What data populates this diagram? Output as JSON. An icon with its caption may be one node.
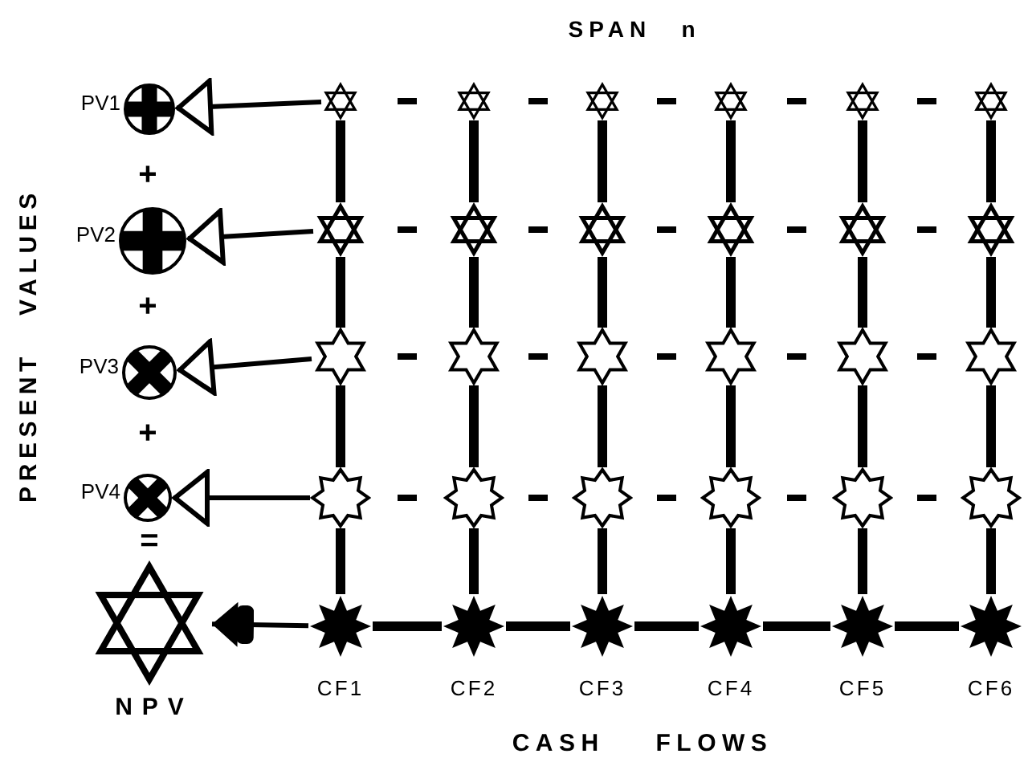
{
  "diagram": {
    "nodes": [
      {
        "text": [],
        "shape": "circle",
        "beside": [
          "PV1"
        ]
      },
      {
        "text": [],
        "shape": "circle",
        "beside": [
          "PV2"
        ]
      },
      {
        "text": [],
        "shape": "circle",
        "beside": [
          "PV3"
        ]
      },
      {
        "text": [],
        "shape": "circle",
        "beside": [
          "PV4"
        ]
      },
      {
        "text": [],
        "shape": "star",
        "beside": [
          "NPV"
        ]
      },
      {
        "text": [],
        "shape": "star"
      },
      {
        "text": [],
        "shape": "star"
      },
      {
        "text": [],
        "shape": "star"
      },
      {
        "text": [],
        "shape": "star"
      },
      {
        "text": [],
        "shape": "star"
      },
      {
        "text": [],
        "shape": "star"
      },
      {
        "text": [],
        "shape": "star"
      },
      {
        "text": [],
        "shape": "star"
      },
      {
        "text": [],
        "shape": "star"
      },
      {
        "text": [],
        "shape": "star"
      },
      {
        "text": [],
        "shape": "star"
      },
      {
        "text": [],
        "shape": "star"
      },
      {
        "text": [],
        "shape": "star"
      },
      {
        "text": [],
        "shape": "star"
      },
      {
        "text": [],
        "shape": "star"
      },
      {
        "text": [],
        "shape": "star"
      },
      {
        "text": [],
        "shape": "star"
      },
      {
        "text": [],
        "shape": "star"
      },
      {
        "text": [],
        "shape": "star"
      },
      {
        "text": [],
        "shape": "star"
      },
      {
        "text": [],
        "shape": "star"
      },
      {
        "text": [],
        "shape": "star"
      },
      {
        "text": [],
        "shape": "star"
      },
      {
        "text": [],
        "shape": "star"
      },
      {
        "text": [],
        "shape": "star",
        "beside": [
          "CF1"
        ]
      },
      {
        "text": [],
        "shape": "star",
        "beside": [
          "CF2"
        ]
      },
      {
        "text": [],
        "shape": "star",
        "beside": [
          "CF3"
        ]
      },
      {
        "text": [],
        "shape": "star",
        "beside": [
          "CF4"
        ]
      },
      {
        "text": [],
        "shape": "star",
        "beside": [
          "CF5"
        ]
      },
      {
        "text": [],
        "shape": "star",
        "beside": [
          "CF6"
        ]
      }
    ],
    "edges": [
      {
        "from": 5,
        "to": 6,
        "arrow": "none",
        "style": "dashed"
      },
      {
        "from": 6,
        "to": 7,
        "arrow": "none",
        "style": "dashed"
      },
      {
        "from": 7,
        "to": 8,
        "arrow": "none",
        "style": "dashed"
      },
      {
        "from": 8,
        "to": 9,
        "arrow": "none",
        "style": "dashed"
      },
      {
        "from": 9,
        "to": 10,
        "arrow": "none",
        "style": "dashed"
      },
      {
        "from": 11,
        "to": 12,
        "arrow": "none",
        "style": "dashed"
      },
      {
        "from": 12,
        "to": 13,
        "arrow": "none",
        "style": "dashed"
      },
      {
        "from": 13,
        "to": 14,
        "arrow": "none",
        "style": "dashed"
      },
      {
        "from": 14,
        "to": 15,
        "arrow": "none",
        "style": "dashed"
      },
      {
        "from": 15,
        "to": 16,
        "arrow": "none",
        "style": "dashed"
      },
      {
        "from": 17,
        "to": 18,
        "arrow": "none",
        "style": "dashed"
      },
      {
        "from": 18,
        "to": 19,
        "arrow": "none",
        "style": "dashed"
      },
      {
        "from": 19,
        "to": 20,
        "arrow": "none",
        "style": "dashed"
      },
      {
        "from": 20,
        "to": 21,
        "arrow": "none",
        "style": "dashed"
      },
      {
        "from": 21,
        "to": 22,
        "arrow": "none",
        "style": "dashed"
      },
      {
        "from": 23,
        "to": 24,
        "arrow": "none",
        "style": "dashed"
      },
      {
        "from": 24,
        "to": 25,
        "arrow": "none",
        "style": "dashed"
      },
      {
        "from": 25,
        "to": 26,
        "arrow": "none",
        "style": "dashed"
      },
      {
        "from": 26,
        "to": 27,
        "arrow": "none",
        "style": "dashed"
      },
      {
        "from": 27,
        "to": 28,
        "arrow": "none",
        "style": "dashed"
      },
      {
        "from": 29,
        "to": 30,
        "arrow": "none"
      },
      {
        "from": 30,
        "to": 31,
        "arrow": "none"
      },
      {
        "from": 31,
        "to": 32,
        "arrow": "none"
      },
      {
        "from": 32,
        "to": 33,
        "arrow": "none"
      },
      {
        "from": 33,
        "to": 34,
        "arrow": "none"
      },
      {
        "from": 5,
        "to": 11,
        "arrow": "none"
      },
      {
        "from": 6,
        "to": 12,
        "arrow": "none"
      },
      {
        "from": 7,
        "to": 13,
        "arrow": "none"
      },
      {
        "from": 8,
        "to": 14,
        "arrow": "none"
      },
      {
        "from": 9,
        "to": 15,
        "arrow": "none"
      },
      {
        "from": 10,
        "to": 16,
        "arrow": "none"
      },
      {
        "from": 11,
        "to": 17,
        "arrow": "none"
      },
      {
        "from": 12,
        "to": 18,
        "arrow": "none"
      },
      {
        "from": 13,
        "to": 19,
        "arrow": "none"
      },
      {
        "from": 14,
        "to": 20,
        "arrow": "none"
      },
      {
        "from": 15,
        "to": 21,
        "arrow": "none"
      },
      {
        "from": 16,
        "to": 22,
        "arrow": "none"
      },
      {
        "from": 17,
        "to": 23,
        "arrow": "none"
      },
      {
        "from": 18,
        "to": 24,
        "arrow": "none"
      },
      {
        "from": 19,
        "to": 25,
        "arrow": "none"
      },
      {
        "from": 20,
        "to": 26,
        "arrow": "none"
      },
      {
        "from": 21,
        "to": 27,
        "arrow": "none"
      },
      {
        "from": 22,
        "to": 28,
        "arrow": "none"
      },
      {
        "from": 23,
        "to": 29,
        "arrow": "none"
      },
      {
        "from": 24,
        "to": 30,
        "arrow": "none"
      },
      {
        "from": 25,
        "to": 31,
        "arrow": "none"
      },
      {
        "from": 26,
        "to": 32,
        "arrow": "none"
      },
      {
        "from": 27,
        "to": 33,
        "arrow": "none"
      },
      {
        "from": 28,
        "to": 34,
        "arrow": "none"
      },
      {
        "from": 5,
        "to": 0,
        "arrow": "to"
      },
      {
        "from": 11,
        "to": 1,
        "arrow": "to"
      },
      {
        "from": 17,
        "to": 2,
        "arrow": "to"
      },
      {
        "from": 23,
        "to": 3,
        "arrow": "to"
      },
      {
        "from": 29,
        "to": 4,
        "arrow": "to"
      }
    ],
    "labels": [
      "SPAN n",
      "PRESENT VALUES",
      "+",
      "+",
      "+",
      "=",
      "CASH FLOWS"
    ]
  }
}
